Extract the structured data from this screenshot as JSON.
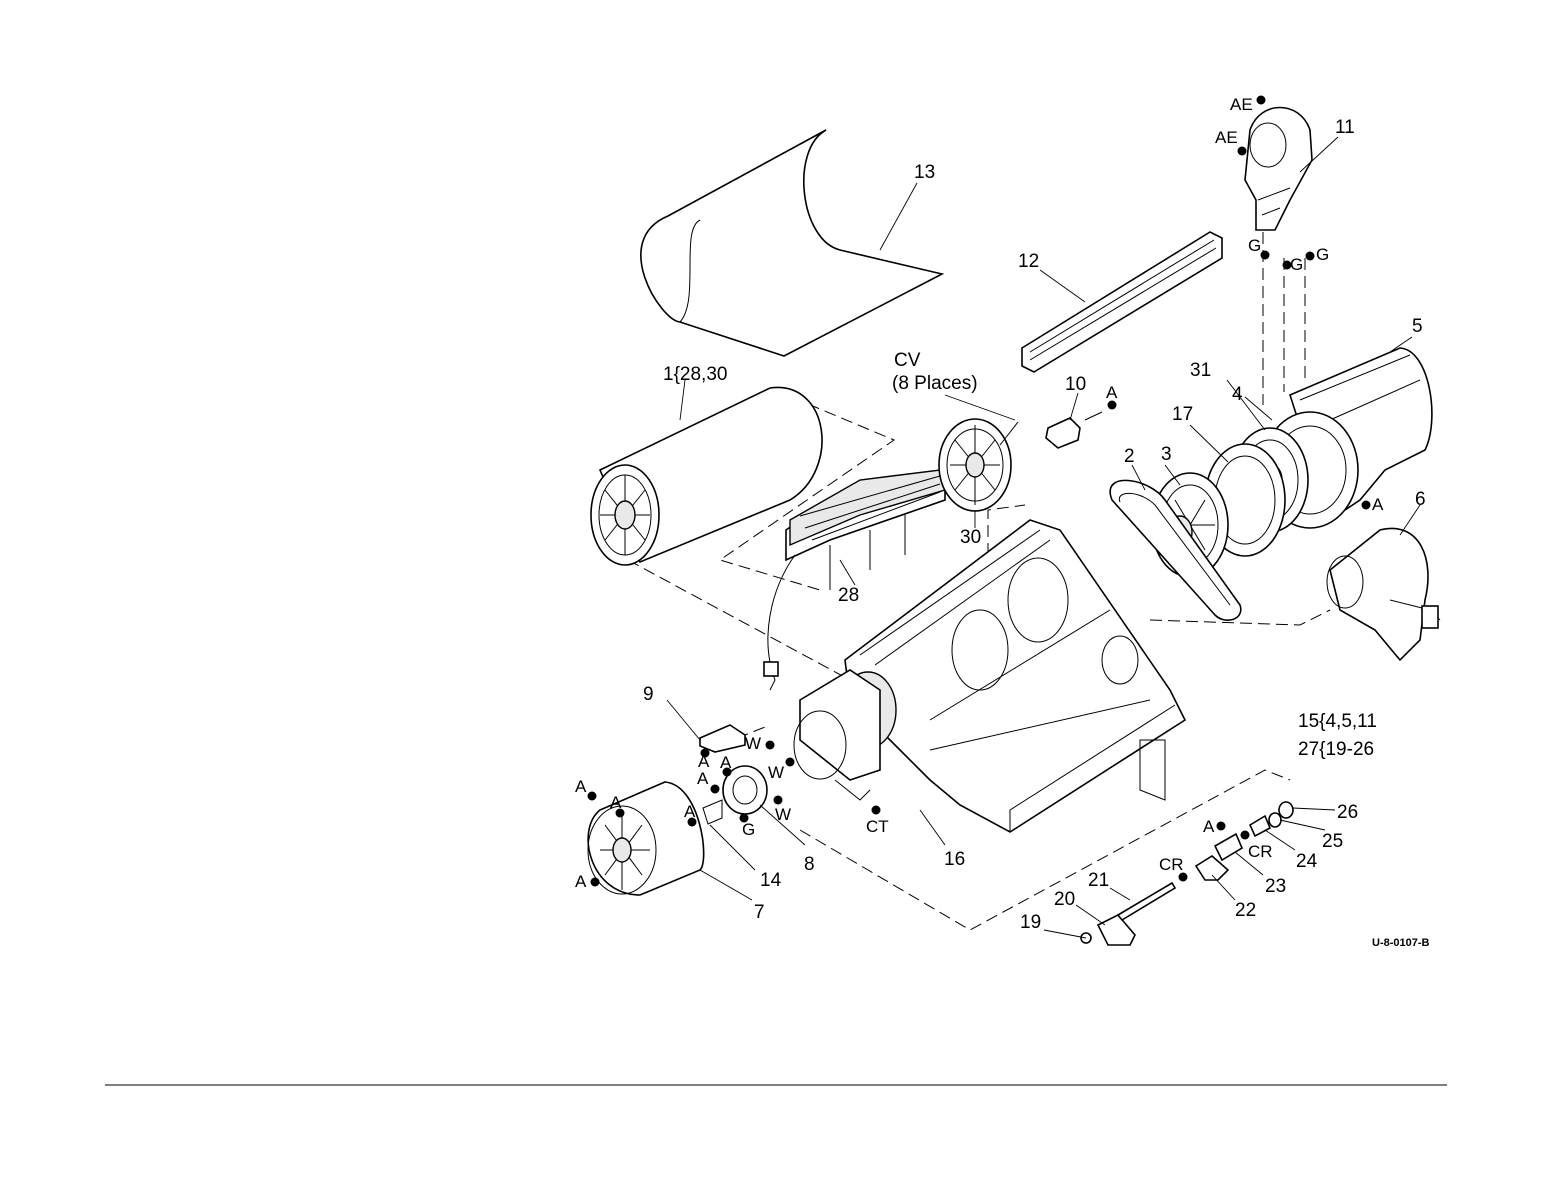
{
  "diagram": {
    "drawing_code": "U-8-0107-B",
    "part_numbers": {
      "p1": "1{28,30",
      "p2": "2",
      "p3": "3",
      "p4": "4",
      "p5": "5",
      "p6": "6",
      "p7": "7",
      "p8": "8",
      "p9": "9",
      "p10": "10",
      "p11": "11",
      "p12": "12",
      "p13": "13",
      "p14": "14",
      "p16": "16",
      "p17": "17",
      "p19": "19",
      "p20": "20",
      "p21": "21",
      "p22": "22",
      "p23": "23",
      "p24": "24",
      "p25": "25",
      "p26": "26",
      "p28": "28",
      "p30": "30",
      "p31": "31"
    },
    "kit_notes": [
      "15{4,5,11",
      "27{19-26"
    ],
    "cv_note": [
      "CV",
      "(8 Places)"
    ],
    "fastener_refs": {
      "AE": "AE",
      "G": "G",
      "A": "A",
      "W": "W",
      "CT": "CT",
      "CR": "CR"
    }
  }
}
